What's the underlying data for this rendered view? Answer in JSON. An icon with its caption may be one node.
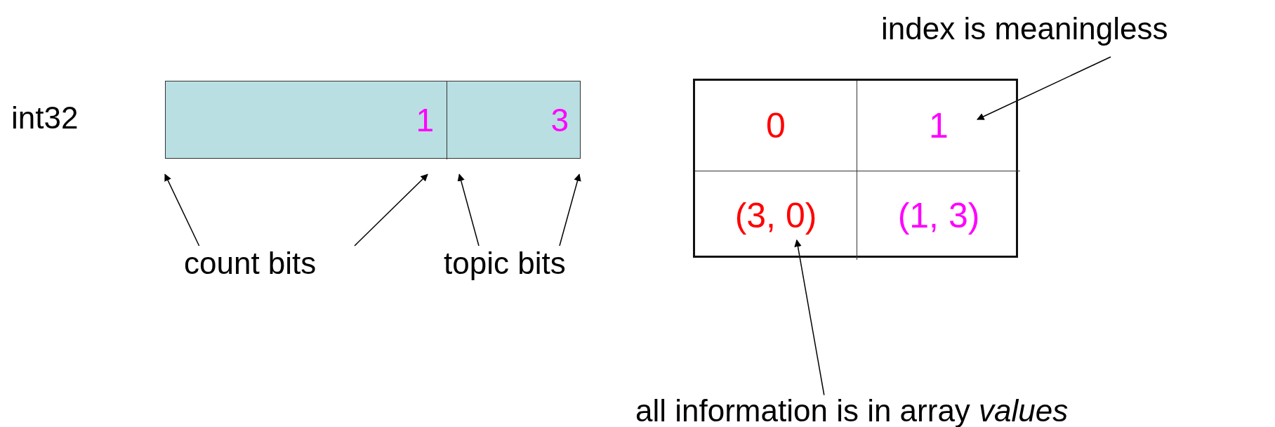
{
  "diagram": {
    "nodes": [
      {
        "text": [],
        "shape": "box"
      },
      {
        "text": [
          "1"
        ],
        "in": 0
      },
      {
        "text": [
          "3"
        ],
        "in": 0
      },
      {
        "text": [],
        "shape": "box"
      },
      {
        "text": [
          "0"
        ],
        "in": 3
      },
      {
        "text": [
          "1"
        ],
        "in": 3
      },
      {
        "text": [
          "(3, 0)"
        ],
        "in": 3
      },
      {
        "text": [
          "(1, 3)"
        ],
        "in": 3
      },
      {
        "text": [
          "count bits"
        ]
      },
      {
        "text": [
          "topic bits"
        ]
      },
      {
        "text": [
          "index is meaningless"
        ]
      },
      {
        "text": [
          "all information is in array *values*"
        ]
      }
    ],
    "edges": [
      {
        "from": 8,
        "to": 0,
        "arrow": "to"
      },
      {
        "from": 8,
        "to": 1,
        "arrow": "to"
      },
      {
        "from": 9,
        "to": 2,
        "arrow": "to"
      },
      {
        "from": 9,
        "to": 2,
        "arrow": "to"
      },
      {
        "from": 10,
        "to": 5,
        "arrow": "to"
      },
      {
        "from": 11,
        "to": 6,
        "arrow": "to"
      }
    ],
    "labels": [
      "int32"
    ]
  }
}
